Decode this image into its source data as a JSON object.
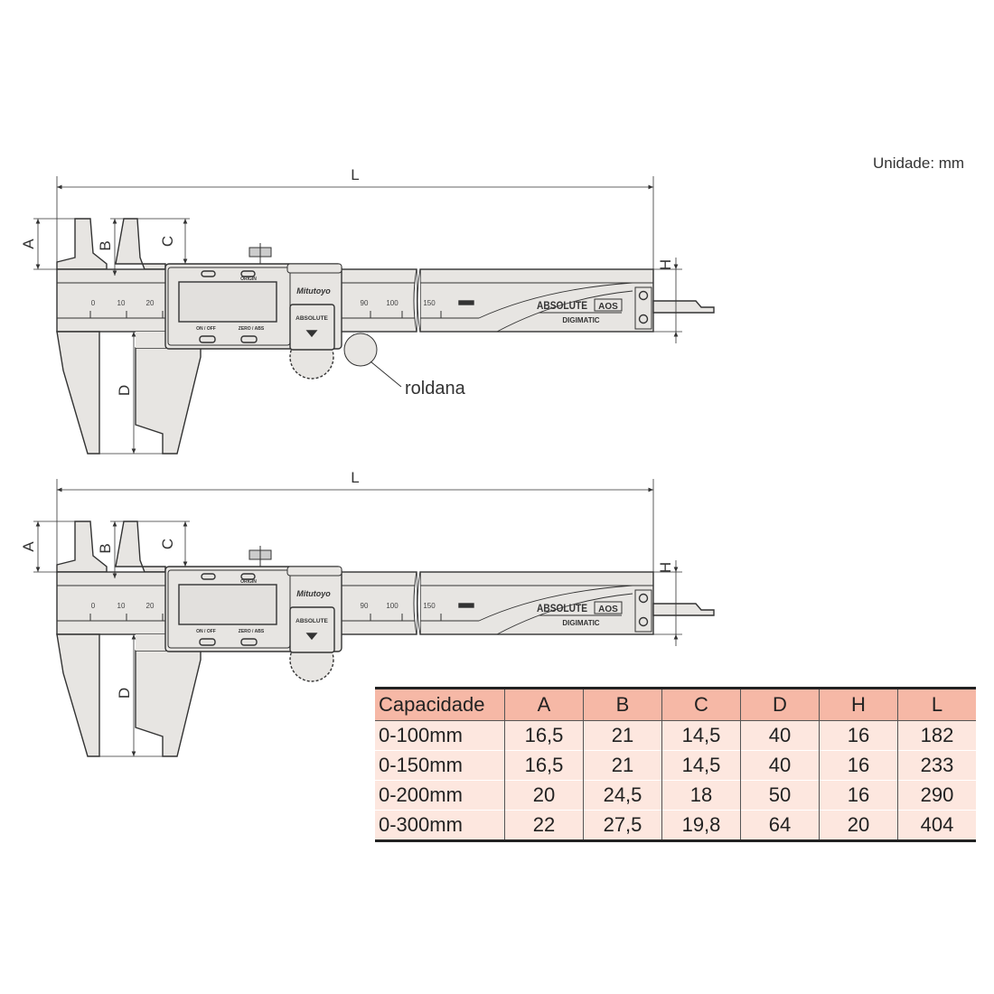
{
  "unit_label": "Unidade: mm",
  "dimensions": {
    "L": "L",
    "A": "A",
    "B": "B",
    "C": "C",
    "D": "D",
    "H": "H"
  },
  "callout": "roldana",
  "caliper": {
    "scale_labels": [
      "0",
      "10",
      "20",
      "90",
      "100",
      "150"
    ],
    "brand": "Mitutoyo",
    "origin_label": "ORIGIN",
    "on_off_label": "ON / OFF",
    "zero_abs_label": "ZERO / ABS",
    "absolute_label": "ABSOLUTE",
    "aos_label": "AOS",
    "digimatic_label": "DIGIMATIC"
  },
  "table": {
    "headers": [
      "Capacidade",
      "A",
      "B",
      "C",
      "D",
      "H",
      "L"
    ],
    "rows": [
      [
        "0-100mm",
        "16,5",
        "21",
        "14,5",
        "40",
        "16",
        "182"
      ],
      [
        "0-150mm",
        "16,5",
        "21",
        "14,5",
        "40",
        "16",
        "233"
      ],
      [
        "0-200mm",
        "20",
        "24,5",
        "18",
        "50",
        "16",
        "290"
      ],
      [
        "0-300mm",
        "22",
        "27,5",
        "19,8",
        "64",
        "20",
        "404"
      ]
    ]
  },
  "colors": {
    "header_bg": "#f6b8a6",
    "row_bg": "#fde7df",
    "body_fill": "#e7e5e2"
  }
}
